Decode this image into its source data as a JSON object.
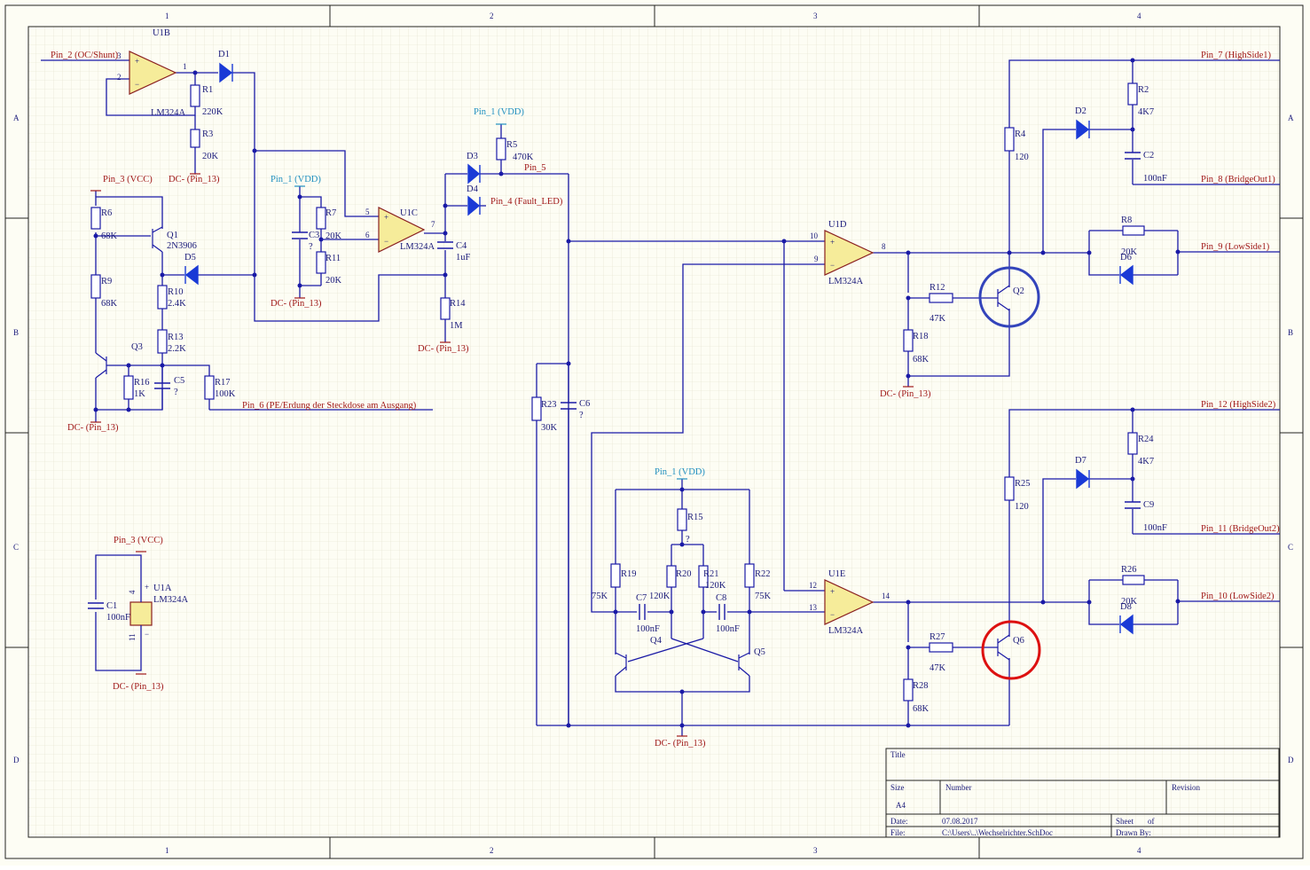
{
  "border": {
    "columns": [
      "1",
      "2",
      "3",
      "4"
    ],
    "rows": [
      "A",
      "B",
      "C",
      "D"
    ]
  },
  "components": {
    "U1B": {
      "ref": "U1B",
      "part": "LM324A",
      "pin_plus": "3",
      "pin_minus": "2",
      "pin_out": "1"
    },
    "U1C": {
      "ref": "U1C",
      "part": "LM324A",
      "pin_plus": "5",
      "pin_minus": "6",
      "pin_out": "7"
    },
    "U1D": {
      "ref": "U1D",
      "part": "LM324A",
      "pin_plus": "10",
      "pin_minus": "9",
      "pin_out": "8"
    },
    "U1E": {
      "ref": "U1E",
      "part": "LM324A",
      "pin_plus": "12",
      "pin_minus": "13",
      "pin_out": "14"
    },
    "U1A": {
      "ref": "U1A",
      "part": "LM324A",
      "pin_vcc": "4",
      "pin_gnd": "11"
    },
    "R1": {
      "ref": "R1",
      "value": "220K"
    },
    "R2": {
      "ref": "R2",
      "value": "4K7"
    },
    "R3": {
      "ref": "R3",
      "value": "20K"
    },
    "R4": {
      "ref": "R4",
      "value": "120"
    },
    "R5": {
      "ref": "R5",
      "value": "470K"
    },
    "R6": {
      "ref": "R6",
      "value": "68K"
    },
    "R7": {
      "ref": "R7",
      "value": "20K"
    },
    "R8": {
      "ref": "R8",
      "value": "20K"
    },
    "R9": {
      "ref": "R9",
      "value": "68K"
    },
    "R10": {
      "ref": "R10",
      "value": "2.4K"
    },
    "R11": {
      "ref": "R11",
      "value": "20K"
    },
    "R12": {
      "ref": "R12",
      "value": "47K"
    },
    "R13": {
      "ref": "R13",
      "value": "2.2K"
    },
    "R14": {
      "ref": "R14",
      "value": "1M"
    },
    "R15": {
      "ref": "R15",
      "value": "?"
    },
    "R16": {
      "ref": "R16",
      "value": "1K"
    },
    "R17": {
      "ref": "R17",
      "value": "100K"
    },
    "R18": {
      "ref": "R18",
      "value": "68K"
    },
    "R19": {
      "ref": "R19",
      "value": "75K"
    },
    "R20": {
      "ref": "R20",
      "value": "120K"
    },
    "R21": {
      "ref": "R21",
      "value": "120K"
    },
    "R22": {
      "ref": "R22",
      "value": "75K"
    },
    "R23": {
      "ref": "R23",
      "value": "30K"
    },
    "R24": {
      "ref": "R24",
      "value": "4K7"
    },
    "R25": {
      "ref": "R25",
      "value": "120"
    },
    "R26": {
      "ref": "R26",
      "value": "20K"
    },
    "R27": {
      "ref": "R27",
      "value": "47K"
    },
    "R28": {
      "ref": "R28",
      "value": "68K"
    },
    "C1": {
      "ref": "C1",
      "value": "100nF"
    },
    "C2": {
      "ref": "C2",
      "value": "100nF"
    },
    "C3": {
      "ref": "C3",
      "value": "?"
    },
    "C4": {
      "ref": "C4",
      "value": "1uF"
    },
    "C5": {
      "ref": "C5",
      "value": "?"
    },
    "C6": {
      "ref": "C6",
      "value": "?"
    },
    "C7": {
      "ref": "C7",
      "value": "100nF"
    },
    "C8": {
      "ref": "C8",
      "value": "100nF"
    },
    "C9": {
      "ref": "C9",
      "value": "100nF"
    },
    "D1": {
      "ref": "D1"
    },
    "D2": {
      "ref": "D2"
    },
    "D3": {
      "ref": "D3"
    },
    "D4": {
      "ref": "D4"
    },
    "D5": {
      "ref": "D5"
    },
    "D6": {
      "ref": "D6"
    },
    "D7": {
      "ref": "D7"
    },
    "D8": {
      "ref": "D8"
    },
    "Q1": {
      "ref": "Q1",
      "part": "2N3906"
    },
    "Q2": {
      "ref": "Q2"
    },
    "Q3": {
      "ref": "Q3"
    },
    "Q4": {
      "ref": "Q4"
    },
    "Q5": {
      "ref": "Q5"
    },
    "Q6": {
      "ref": "Q6"
    }
  },
  "nets": {
    "pin2": "Pin_2 (OC/Shunt)",
    "pin3": "Pin_3 (VCC)",
    "pin1": "Pin_1 (VDD)",
    "pin5": "Pin_5",
    "pin4": "Pin_4 (Fault_LED)",
    "pin6": "Pin_6 (PE/Erdung der Steckdose am Ausgang)",
    "pin7": "Pin_7 (HighSide1)",
    "pin8": "Pin_8 (BridgeOut1)",
    "pin9": "Pin_9 (LowSide1)",
    "pin12": "Pin_12 (HighSide2)",
    "pin11": "Pin_11 (BridgeOut2)",
    "pin10": "Pin_10 (LowSide2)",
    "gnd": "DC- (Pin_13)"
  },
  "highlights": {
    "q2_circle_color": "#3344bb",
    "q6_circle_color": "#dd1111"
  },
  "title_block": {
    "title_label": "Title",
    "size_label": "Size",
    "size_value": "A4",
    "number_label": "Number",
    "revision_label": "Revision",
    "date_label": "Date:",
    "date_value": "07.08.2017",
    "sheet_label": "Sheet",
    "of_label": "of",
    "file_label": "File:",
    "file_value": "C:\\Users\\..\\Wechselrichter.SchDoc",
    "drawn_label": "Drawn By:"
  }
}
